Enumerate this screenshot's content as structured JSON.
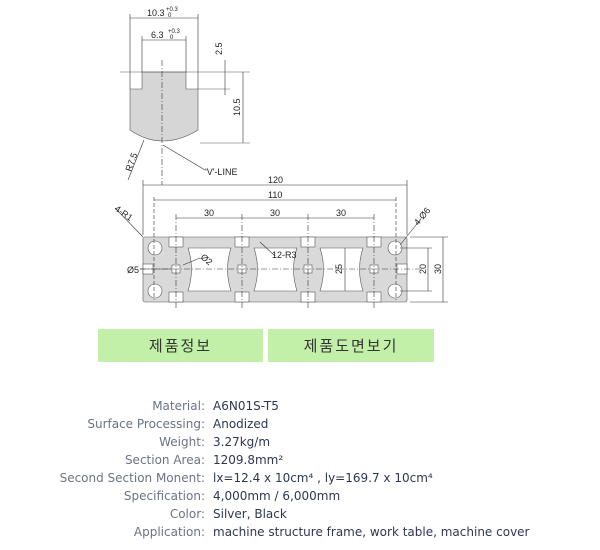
{
  "drawing": {
    "tnut": {
      "dim_width_outer": "10.3",
      "dim_width_inner": "6.3",
      "tol_plus": "+0.3",
      "tol_zero": "0",
      "dim_top": "2.5",
      "dim_height": "10.5",
      "radius": "R7.5",
      "vline": "'V'-LINE"
    },
    "profile": {
      "dim_total": "120",
      "dim_holes": "110",
      "pitch": [
        "30",
        "30",
        "30"
      ],
      "corner_radius": "4-R1",
      "hole_dia": "4-Ø6",
      "inner_radius": "12-R3",
      "center_hole": "Ø5",
      "small_hole": "Ø2",
      "cavity_height": "25",
      "hole_spacing": "20",
      "height": "30"
    }
  },
  "tabs": [
    {
      "label": "제품정보"
    },
    {
      "label": "제품도면보기"
    }
  ],
  "tab_color": "#c2f0a8",
  "specs": [
    {
      "label": "Material:",
      "value": "A6N01S-T5"
    },
    {
      "label": "Surface Processing:",
      "value": "Anodized"
    },
    {
      "label": "Weight:",
      "value": "3.27kg/m"
    },
    {
      "label": "Section Area:",
      "value": "1209.8mm²"
    },
    {
      "label": "Second Section Monent:",
      "value": "lx=12.4 x 10cm⁴  , ly=169.7 x 10cm⁴"
    },
    {
      "label": "Specification:",
      "value": "4,000mm / 6,000mm"
    },
    {
      "label": "Color:",
      "value": "Silver, Black"
    },
    {
      "label": "Application:",
      "value": "machine structure frame, work table, machine cover"
    }
  ]
}
